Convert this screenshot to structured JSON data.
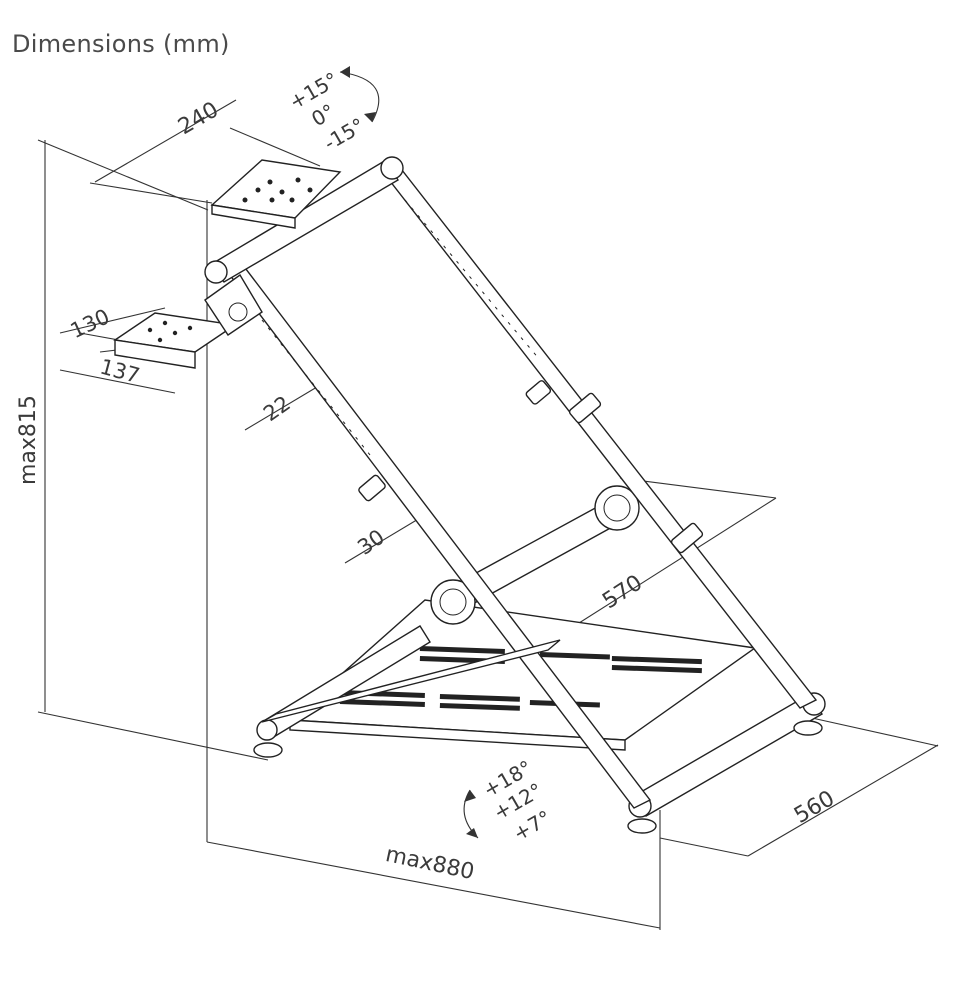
{
  "title": "Dimensions (mm)",
  "dimensions": {
    "wheel_plate_width": "240",
    "tilt_top": [
      "+15°",
      "0°",
      "-15°"
    ],
    "shifter_plate_width": "130",
    "shifter_plate_depth": "137",
    "tube_22": "22",
    "tube_30": "30",
    "height": "max815",
    "depth": "max880",
    "crossbar": "570",
    "base_width": "560",
    "tilt_bottom": [
      "+18°",
      "+12°",
      "+7°"
    ]
  }
}
